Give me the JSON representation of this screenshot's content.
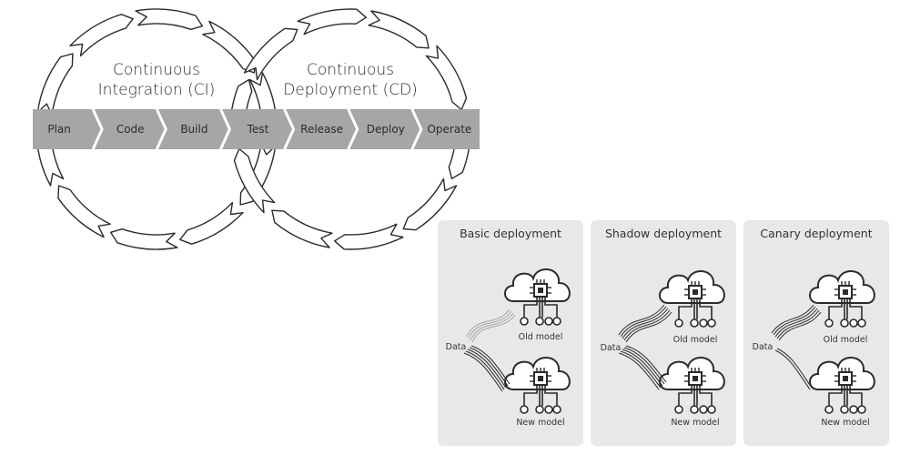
{
  "cycles": {
    "ci_label": [
      "Continuous",
      "Integration (CI)"
    ],
    "cd_label": [
      "Continuous",
      "Deployment (CD)"
    ]
  },
  "pipeline": {
    "stages": [
      "Plan",
      "Code",
      "Build",
      "Test",
      "Release",
      "Deploy",
      "Operate"
    ]
  },
  "panels": [
    {
      "title": "Basic deployment",
      "data_label": "Data",
      "top_label": "Old model",
      "bottom_label": "New model"
    },
    {
      "title": "Shadow deployment",
      "data_label": "Data",
      "top_label": "Old model",
      "bottom_label": "New model"
    },
    {
      "title": "Canary deployment",
      "data_label": "Data",
      "top_label": "Old model",
      "bottom_label": "New model"
    }
  ],
  "icons": {
    "model": "cloud-chip-icon"
  },
  "colors": {
    "band": "#a6a6a6",
    "panel": "#e8e8e8",
    "ink": "#2b2b2b"
  }
}
